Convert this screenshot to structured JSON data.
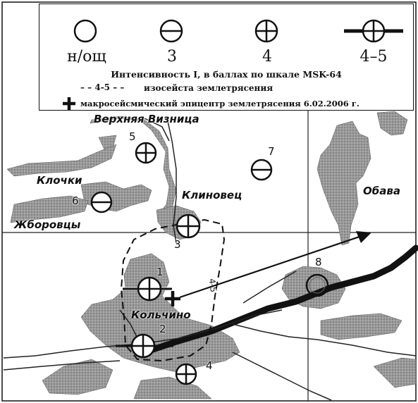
{
  "legend": {
    "labels": {
      "none": "н/ощ",
      "i3": "3",
      "i4": "4",
      "i45": "4–5"
    },
    "scale_caption": "Интенсивность I, в баллах по шкале MSK-64",
    "isoseist_label": "– – 4-5 – –",
    "isoseist_text": "изосейста землетрясения",
    "epicenter_text": "макросейсмический эпицентр землетрясения 6.02.2006 г."
  },
  "places": {
    "verkhnyaya_viznitsa": "Верхняя Визница",
    "klochki": "Клочки",
    "klinovets": "Клиновец",
    "obava": "Обава",
    "zhborovtsy": "Жборовцы",
    "kolchino": "Кольчино"
  },
  "sites": {
    "s1": "1",
    "s2": "2",
    "s3": "3",
    "s4": "4",
    "s5": "5",
    "s6": "6",
    "s7": "7",
    "s8": "8"
  },
  "isoseist_map_label": "4-5",
  "symbol_icons": [
    "open-circle-icon",
    "circle-horizontal-line-icon",
    "circle-cross-icon",
    "circle-cross-extended-icon",
    "epicenter-cross-icon"
  ]
}
